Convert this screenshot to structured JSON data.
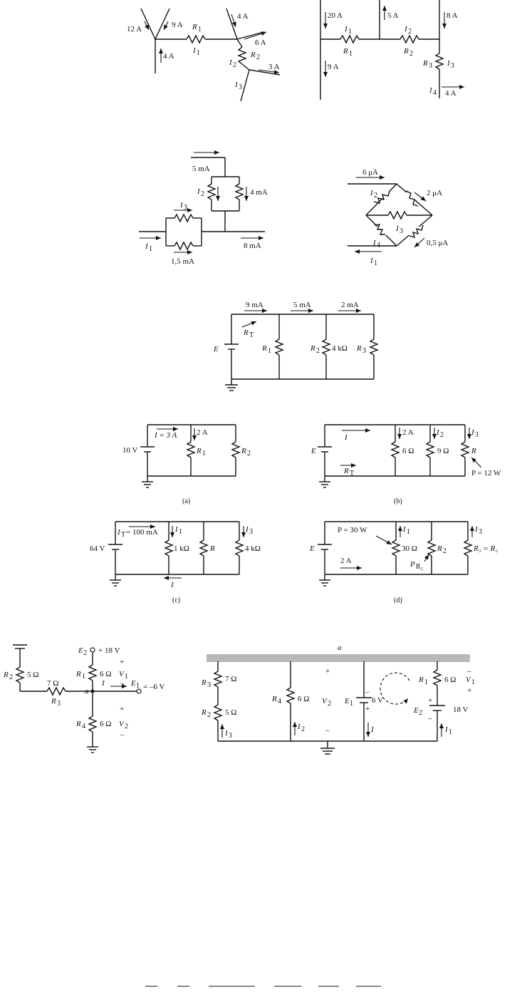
{
  "fig1": {
    "left": {
      "i12": "12 A",
      "i9": "9 A",
      "i4": "4 A",
      "r1": "R",
      "r1s": "1",
      "cur1": "I",
      "cur1s": "1",
      "i4b": "4 A",
      "i6": "6 A",
      "r2": "R",
      "r2s": "2",
      "cur2": "I",
      "cur2s": "2",
      "i3": "3 A",
      "cur3": "I",
      "cur3s": "3"
    },
    "right": {
      "i20": "20 A",
      "i5": "5 A",
      "i8": "8 A",
      "cur1": "I",
      "cur1s": "1",
      "r1": "R",
      "r1s": "1",
      "cur2": "I",
      "cur2s": "2",
      "r2": "R",
      "r2s": "2",
      "r3": "R",
      "r3s": "3",
      "cur3": "I",
      "cur3s": "3",
      "i9": "9 A",
      "cur4": "I",
      "cur4s": "4",
      "i4": "4 A"
    }
  },
  "fig2": {
    "left": {
      "i5": "5 mA",
      "cur2": "I",
      "cur2s": "2",
      "i4": "4 mA",
      "cur3": "I",
      "cur3s": "3",
      "cur1": "I",
      "cur1s": "1",
      "i15": "1,5 mA",
      "i8": "8 mA"
    },
    "right": {
      "i6": "6 μA",
      "cur2": "I",
      "cur2s": "2",
      "i2": "2 μA",
      "cur3": "I",
      "cur3s": "3",
      "cur4": "I",
      "cur4s": "4",
      "i05": "0,5 μA",
      "cur1": "I",
      "cur1s": "1"
    }
  },
  "fig3": {
    "i9": "9 mA",
    "i5": "5 mA",
    "i2": "2 mA",
    "rt": "R",
    "rts": "T",
    "e": "E",
    "r1": "R",
    "r1s": "1",
    "r2": "R",
    "r2s": "2",
    "r2v": "4 kΩ",
    "r3": "R",
    "r3s": "3"
  },
  "fig4": {
    "a": {
      "v": "10 V",
      "i": "I = 3 A",
      "i2": "2 A",
      "r1": "R",
      "r1s": "1",
      "r2": "R",
      "r2s": "2",
      "cap": "(a)"
    },
    "b": {
      "e": "E",
      "i": "I",
      "i2": "2 A",
      "cur2": "I",
      "cur2s": "2",
      "cur3": "I",
      "cur3s": "3",
      "r6": "6 Ω",
      "r9": "9 Ω",
      "r": "R",
      "rt": "R",
      "rts": "T",
      "p": "P = 12 W",
      "cap": "(b)"
    },
    "c": {
      "v": "64 V",
      "it": "I",
      "its": "T",
      "itv": " = 100 mA",
      "cur1": "I",
      "cur1s": "1",
      "r1k": "1 kΩ",
      "r": "R",
      "cur3": "I",
      "cur3s": "3",
      "r4k": "4 kΩ",
      "i": "I",
      "cap": "(c)"
    },
    "d": {
      "e": "E",
      "p": "P = 30 W",
      "cur1": "I",
      "cur1s": "1",
      "r30": "30 Ω",
      "r2": "R",
      "r2s": "2",
      "cur3": "I",
      "cur3s": "3",
      "r3eq": "R₃ = R₂",
      "i2a": "2 A",
      "pr2": "P",
      "pr2s": "R₂",
      "cap": "(d)"
    }
  },
  "fig5": {
    "left": {
      "e2": "E",
      "e2s": "2",
      "e2v": "+ 18 V",
      "plus1": "+",
      "r1": "R",
      "r1s": "1",
      "r1v": "6 Ω",
      "v1": "V",
      "v1s": "1",
      "minus1": "–",
      "a": "a",
      "i": "I",
      "e1": "E",
      "e1s": "1",
      "e1v": "= –6 V",
      "r2": "R",
      "r2s": "2",
      "r2v": "5 Ω",
      "r3v": "7 Ω",
      "r3": "R",
      "r3s": "3",
      "r4": "R",
      "r4s": "4",
      "r4v": "6 Ω",
      "plus2": "+",
      "v2": "V",
      "v2s": "2",
      "minus2": "–"
    },
    "right": {
      "a": "a",
      "r3": "R",
      "r3s": "3",
      "r3v": "7 Ω",
      "r2": "R",
      "r2s": "2",
      "r2v": "5 Ω",
      "cur3": "I",
      "cur3s": "3",
      "r4": "R",
      "r4s": "4",
      "r4v": "6 Ω",
      "plus": "+",
      "v2": "V",
      "v2s": "2",
      "minus": "–",
      "cur2": "I",
      "cur2s": "2",
      "e1": "E",
      "e1s": "1",
      "e1v": "6 V",
      "cur": "I",
      "r1": "R",
      "r1s": "1",
      "r1v": "6 Ω",
      "v1": "V",
      "v1s": "1",
      "v1minus": "–",
      "v1plus": "+",
      "e2": "E",
      "e2s": "2",
      "e2v": "18 V",
      "e2plus": "+",
      "e2minus": "–",
      "cur1": "I",
      "cur1s": "1",
      "bminus": "–",
      "bplus": "+"
    }
  }
}
